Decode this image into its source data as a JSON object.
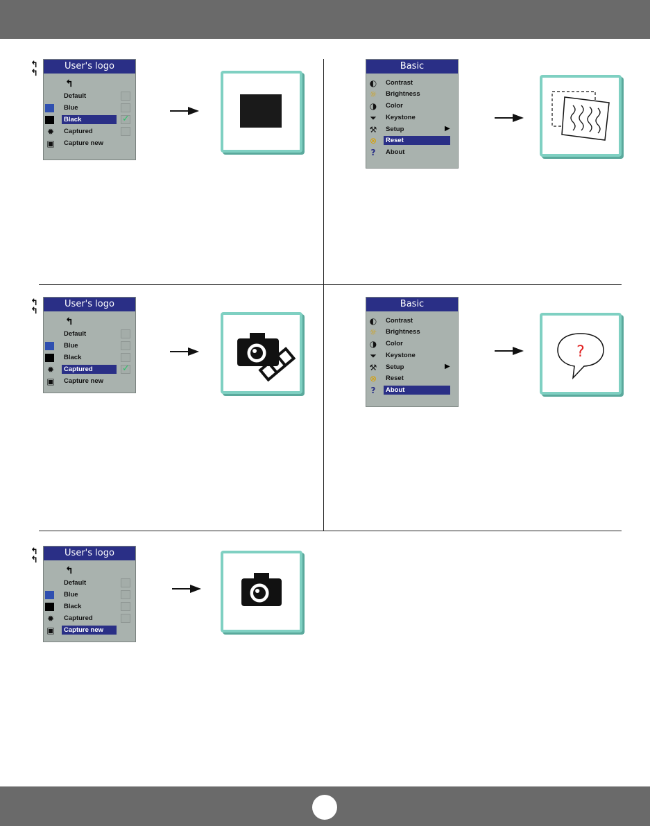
{
  "userlogo": {
    "title": "User's logo",
    "items": [
      "Default",
      "Blue",
      "Black",
      "Captured",
      "Capture new"
    ]
  },
  "basic": {
    "title": "Basic",
    "items": [
      "Contrast",
      "Brightness",
      "Color",
      "Keystone",
      "Setup",
      "Reset",
      "About"
    ]
  },
  "colors": {
    "menu_bg": "#a9b2ae",
    "menu_title": "#2a2f86",
    "frame": "#7fd0c2",
    "bar": "#6a6a6a"
  },
  "icons": [
    "back-arrow-icon",
    "blue-swatch",
    "black-swatch",
    "captured-icon",
    "camera-icon",
    "contrast-icon",
    "brightness-icon",
    "color-icon",
    "keystone-icon",
    "setup-icon",
    "reset-icon",
    "about-icon",
    "question-bubble-icon",
    "scrambled-image-icon"
  ]
}
